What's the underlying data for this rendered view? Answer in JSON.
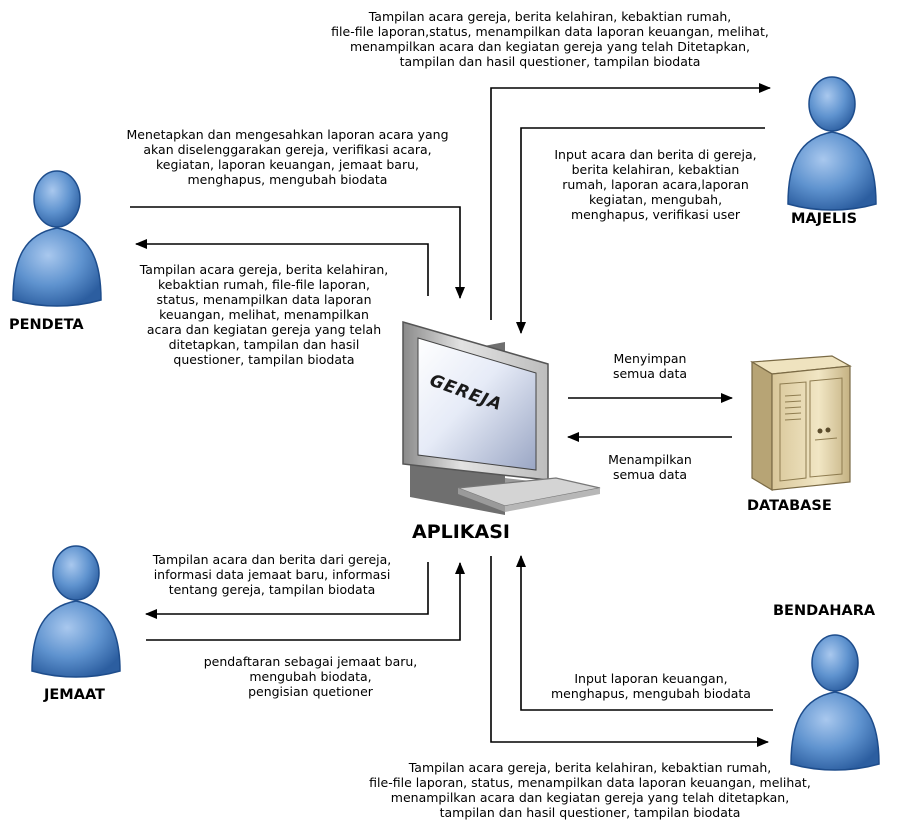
{
  "actors": {
    "majelis": "MAJELIS",
    "pendeta": "PENDETA",
    "jemaat": "JEMAAT",
    "bendahara": "BENDAHARA",
    "database": "DATABASE",
    "aplikasi": "APLIKASI",
    "screen_text": "GEREJA"
  },
  "flows": {
    "to_majelis": [
      "Tampilan acara gereja, berita kelahiran, kebaktian rumah,",
      "file-file laporan,status, menampilkan data laporan keuangan, melihat,",
      "menampilkan acara dan kegiatan gereja yang telah Ditetapkan,",
      "tampilan dan hasil questioner, tampilan biodata"
    ],
    "from_majelis": [
      "Input acara dan berita di gereja,",
      "berita kelahiran, kebaktian",
      "rumah, laporan acara,laporan",
      "kegiatan, mengubah,",
      "menghapus, verifikasi user"
    ],
    "from_pendeta": [
      "Menetapkan dan mengesahkan laporan acara yang",
      "akan diselenggarakan gereja, verifikasi acara,",
      "kegiatan, laporan keuangan, jemaat baru,",
      "menghapus, mengubah biodata"
    ],
    "to_pendeta": [
      "Tampilan acara gereja, berita kelahiran,",
      "kebaktian rumah, file-file laporan,",
      "status, menampilkan data laporan",
      "keuangan, melihat, menampilkan",
      "acara dan kegiatan gereja yang telah",
      "ditetapkan, tampilan dan hasil",
      "questioner, tampilan biodata"
    ],
    "to_database": [
      "Menyimpan",
      "semua data"
    ],
    "from_database": [
      "Menampilkan",
      "semua data"
    ],
    "to_jemaat": [
      "Tampilan acara dan berita dari gereja,",
      "informasi data jemaat baru, informasi",
      "tentang gereja, tampilan biodata"
    ],
    "from_jemaat": [
      "pendaftaran sebagai jemaat baru,",
      "mengubah biodata,",
      "pengisian quetioner"
    ],
    "from_bendahara": [
      "Input laporan keuangan,",
      "menghapus, mengubah biodata"
    ],
    "to_bendahara": [
      "Tampilan acara gereja, berita kelahiran, kebaktian rumah,",
      "file-file laporan, status, menampilkan data laporan keuangan, melihat,",
      "menampilkan acara dan kegiatan gereja yang telah ditetapkan,",
      "tampilan dan hasil questioner, tampilan biodata"
    ]
  },
  "colors": {
    "person_fill": "#5f93cf",
    "person_dark": "#2c5ea0",
    "line": "#000000"
  }
}
